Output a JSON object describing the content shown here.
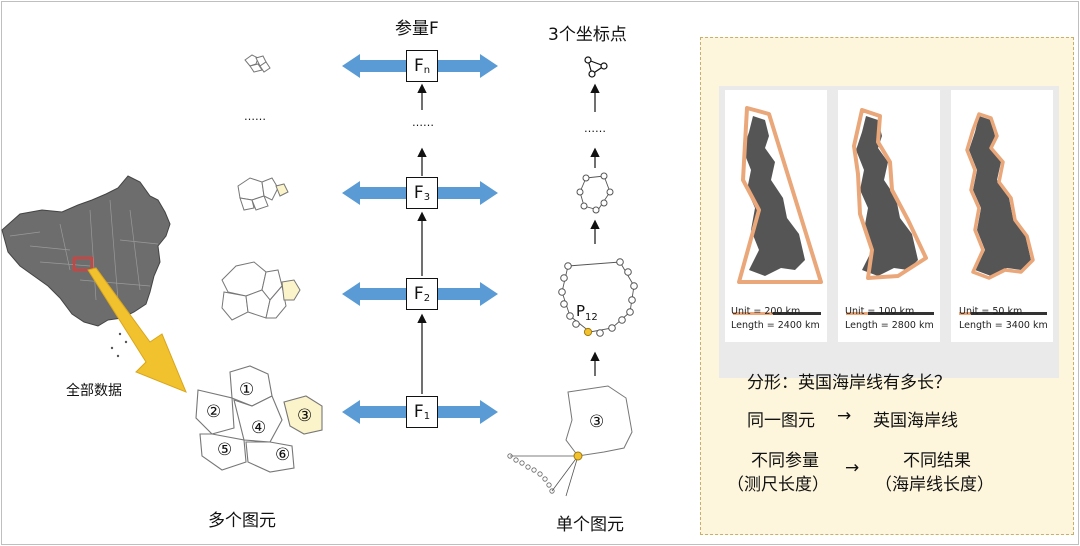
{
  "labels": {
    "param_title": "参量F",
    "three_points": "3个坐标点",
    "all_data": "全部数据",
    "multi_elements": "多个图元",
    "single_element": "单个图元",
    "dots": "……",
    "p12": "P",
    "p12_sub": "12"
  },
  "f_boxes": [
    {
      "letter": "F",
      "sub": "n"
    },
    {
      "letter": "F",
      "sub": "3"
    },
    {
      "letter": "F",
      "sub": "2"
    },
    {
      "letter": "F",
      "sub": "1"
    }
  ],
  "circled": [
    "①",
    "②",
    "③",
    "④",
    "⑤",
    "⑥"
  ],
  "maps": [
    {
      "unit": "Unit = 200 km",
      "length": "Length = 2400 km"
    },
    {
      "unit": "Unit = 100 km",
      "length": "Length = 2800 km"
    },
    {
      "unit": "Unit = 50 km",
      "length": "Length = 3400 km"
    }
  ],
  "panel": {
    "question": "分形：英国海岸线有多长？",
    "same_element": "同一图元",
    "coastline": "英国海岸线",
    "diff_param": "不同参量",
    "diff_param_note": "（测尺长度）",
    "diff_result": "不同结果",
    "diff_result_note": "（海岸线长度）",
    "arrow": "→"
  },
  "colors": {
    "arrow_blue": "#5b9bd5",
    "highlight": "#fbf3c9",
    "panel_bg": "#fdf6dd",
    "panel_border": "#c9b06a",
    "coast_orange": "#e9a77a",
    "map_gray": "#555555",
    "callout_yellow": "#f2c12e"
  }
}
